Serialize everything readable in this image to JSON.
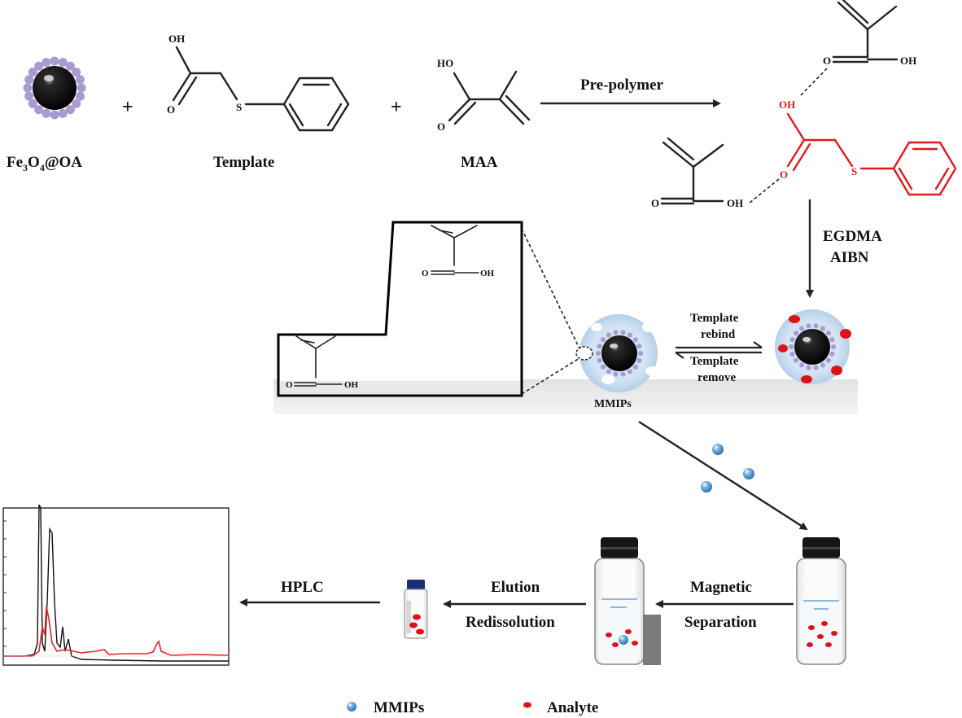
{
  "reactants": {
    "core_label_main": "Fe",
    "core_sub1": "3",
    "core_mid": "O",
    "core_sub2": "4",
    "core_suffix": "@OA",
    "template_label": "Template",
    "maa_label": "MAA",
    "plus": "+"
  },
  "steps": {
    "prepolymer": "Pre-polymer",
    "crosslinker_1": "EGDMA",
    "crosslinker_2": "AIBN",
    "rebind_1": "Template",
    "rebind_2": "rebind",
    "remove_1": "Template",
    "remove_2": "remove",
    "mmips_caption": "MMIPs",
    "magnetic_1": "Magnetic",
    "magnetic_2": "Separation",
    "elution_1": "Elution",
    "elution_2": "Redissolution",
    "hplc": "HPLC"
  },
  "atoms": {
    "oh": "OH",
    "o": "O",
    "s": "S",
    "ho": "HO"
  },
  "legend": {
    "mmips": "MMIPs",
    "analyte": "Analyte"
  },
  "colors": {
    "template_highlight": "#e01a1a",
    "bead_shell": "#c7dcf0",
    "ligand": "#a99ad1",
    "analyte": "#e0101a",
    "chromatogram_red": "#e3262c",
    "chromatogram_black": "#111111"
  },
  "icons": [
    "nanoparticle-icon",
    "mmip-bead-icon",
    "vial-icon",
    "magnet-icon",
    "chromatogram-icon"
  ]
}
